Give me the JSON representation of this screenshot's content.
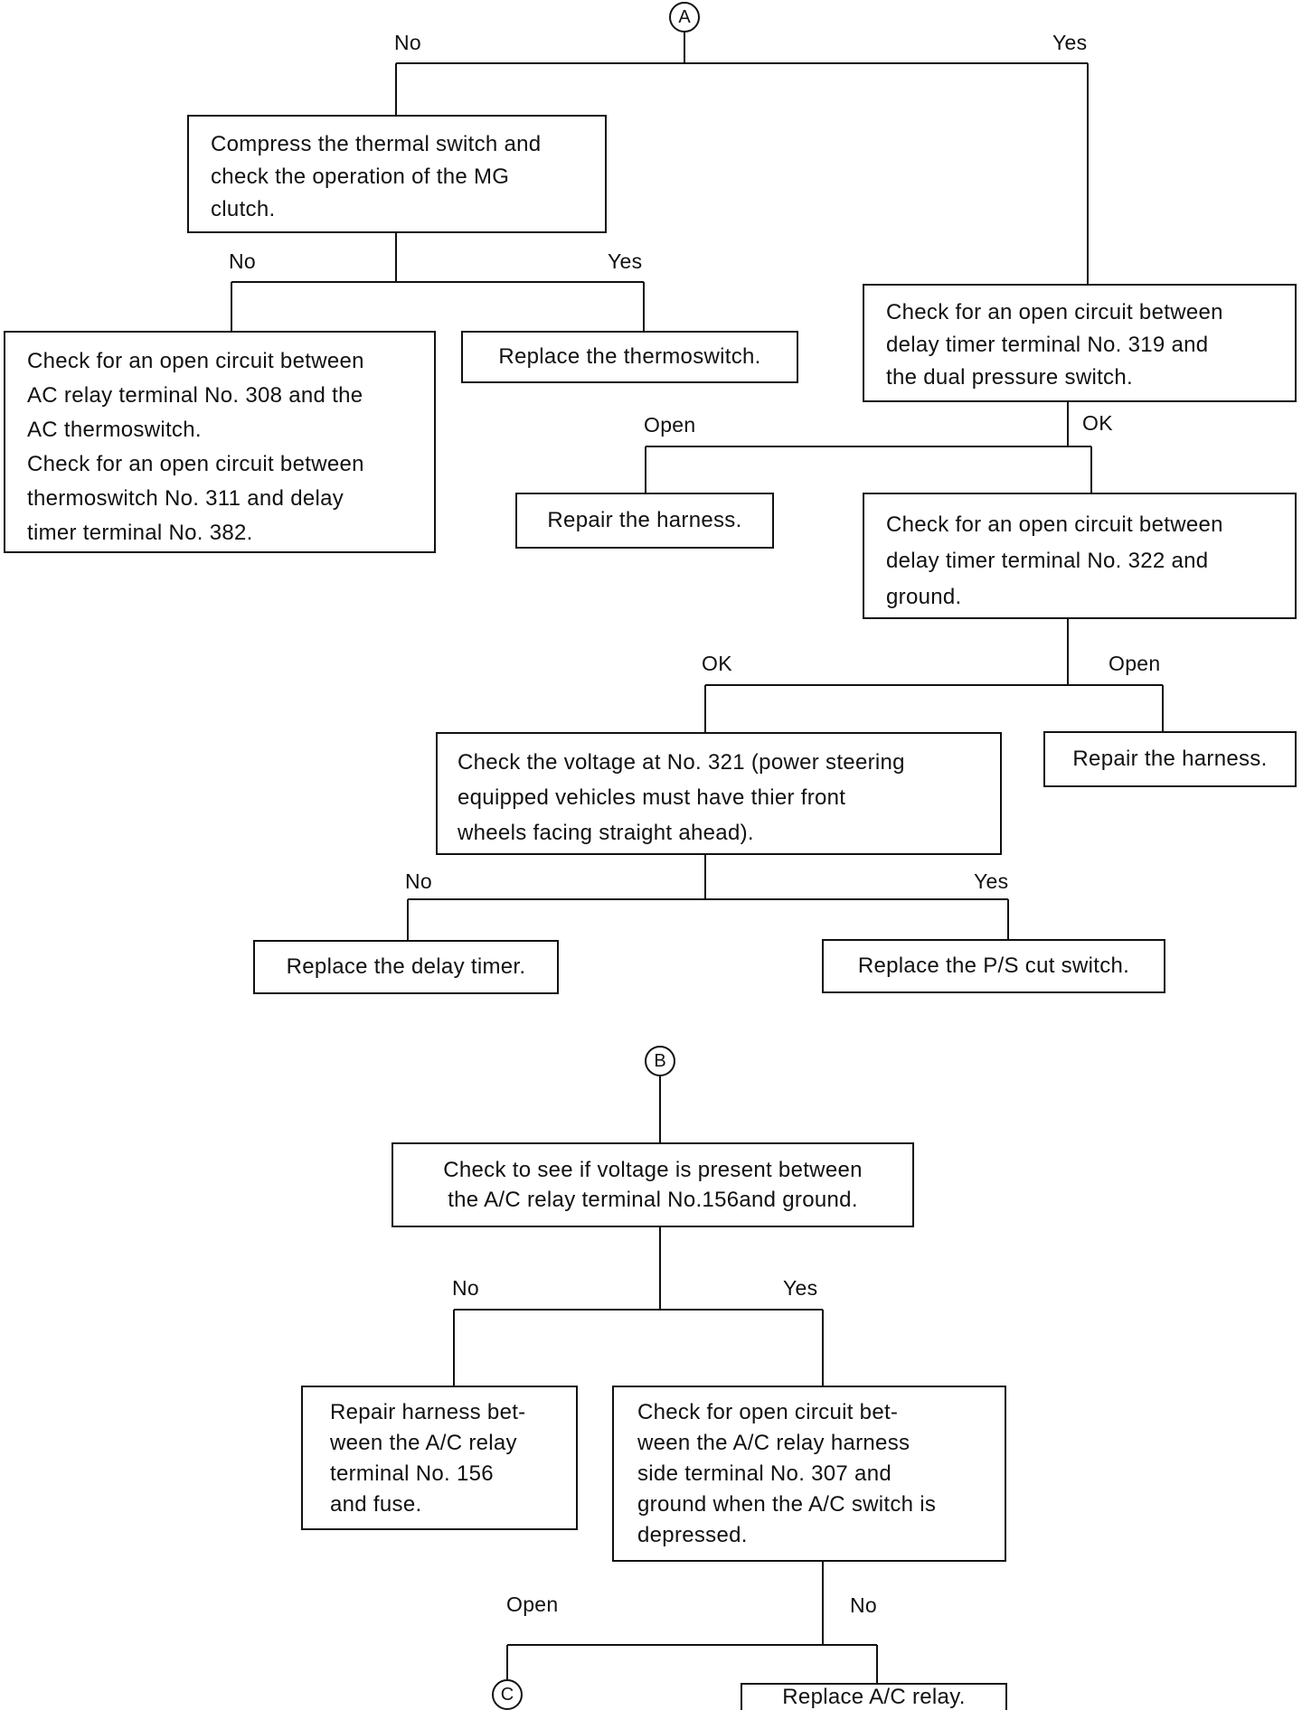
{
  "nodes": {
    "a": "A",
    "b": "B",
    "c": "C"
  },
  "labels": {
    "a_no": "No",
    "a_yes": "Yes",
    "compress_no": "No",
    "compress_yes": "Yes",
    "dual_open": "Open",
    "dual_ok": "OK",
    "ground_ok": "OK",
    "ground_open": "Open",
    "voltage_no": "No",
    "voltage_yes": "Yes",
    "b_no": "No",
    "b_yes": "Yes",
    "circuit_open": "Open",
    "circuit_no": "No"
  },
  "boxes": {
    "compress": {
      "lines": [
        "Compress the thermal switch and",
        "check the operation of the MG",
        "clutch."
      ]
    },
    "open_circuit_ac": {
      "lines": [
        "Check for an open circuit between",
        "AC relay terminal No. 308 and the",
        "AC thermoswitch.",
        "Check for an open circuit between",
        "thermoswitch No. 311 and delay",
        "timer terminal No. 382."
      ]
    },
    "replace_thermo": {
      "text": "Replace the thermoswitch."
    },
    "check_319": {
      "lines": [
        "Check for an open circuit between",
        "delay timer terminal No. 319 and",
        "the dual pressure switch."
      ]
    },
    "repair_harness_1": {
      "text": "Repair the harness."
    },
    "check_322": {
      "lines": [
        "Check for an open circuit between",
        "delay timer terminal No. 322 and",
        "ground."
      ]
    },
    "check_voltage_321": {
      "lines": [
        "Check the voltage at No. 321 (power steering",
        "equipped vehicles must have thier front",
        "wheels facing straight   ahead)."
      ]
    },
    "repair_harness_2": {
      "text": "Repair the harness."
    },
    "replace_delay_timer": {
      "text": "Replace the delay timer."
    },
    "replace_ps_cut": {
      "text": "Replace the P/S cut switch."
    },
    "check_voltage_156": {
      "lines": [
        "Check to see if voltage is present between",
        "the A/C relay terminal No.156and ground."
      ]
    },
    "repair_harness_156": {
      "lines": [
        "Repair harness bet-",
        "ween the A/C relay",
        "terminal  No.  156",
        "and fuse."
      ]
    },
    "check_307": {
      "lines": [
        "Check  for  open  circuit  bet-",
        "ween  the  A/C  relay  harness",
        "side  terminal  No.  307  and",
        "ground when the A/C switch is",
        "depressed."
      ]
    },
    "replace_ac_relay": {
      "text": "Replace A/C relay."
    }
  }
}
